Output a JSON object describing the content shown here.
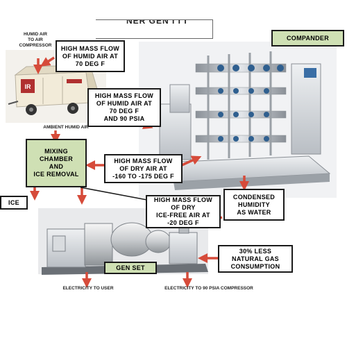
{
  "title": "NER GEN I I I",
  "labels": {
    "humid_air_to_compressor": "HUMID AIR\nTO AIR\nCOMPRESSOR",
    "ambient_humid_air": "AMBIENT HUMID AIR",
    "electricity_to_user": "ELECTRICITY TO USER",
    "electricity_to_compressor": "ELECTRICITY TO 90 PSIA COMPRESSOR"
  },
  "boxes": {
    "humid_air_70f": "HIGH MASS FLOW\nOF HUMID AIR AT\n70 DEG F",
    "humid_air_70f_90psia": "HIGH MASS FLOW\nOF HUMID AIR AT\n70 DEG F\nAND 90 PSIA",
    "compander": "COMPANDER",
    "mixing_chamber": "MIXING\nCHAMBER\nAND\nICE REMOVAL",
    "dry_air": "HIGH MASS FLOW\nOF DRY AIR AT\n-160 TO -175 DEG F",
    "ice": "ICE",
    "dry_ice_free_air": "HIGH MASS FLOW\nOF DRY\nICE-FREE AIR AT\n-20 DEG F",
    "condensed_humidity": "CONDENSED\nHUMIDITY\nAS WATER",
    "gas_consumption": "30% LESS\nNATURAL GAS\nCONSUMPTION",
    "gen_set": "GEN SET"
  },
  "images": {
    "compressor_logo": "IR"
  },
  "colors": {
    "arrow": "#d64b3a",
    "green_box": "#cfe0b4",
    "border": "#1a1a1a"
  }
}
